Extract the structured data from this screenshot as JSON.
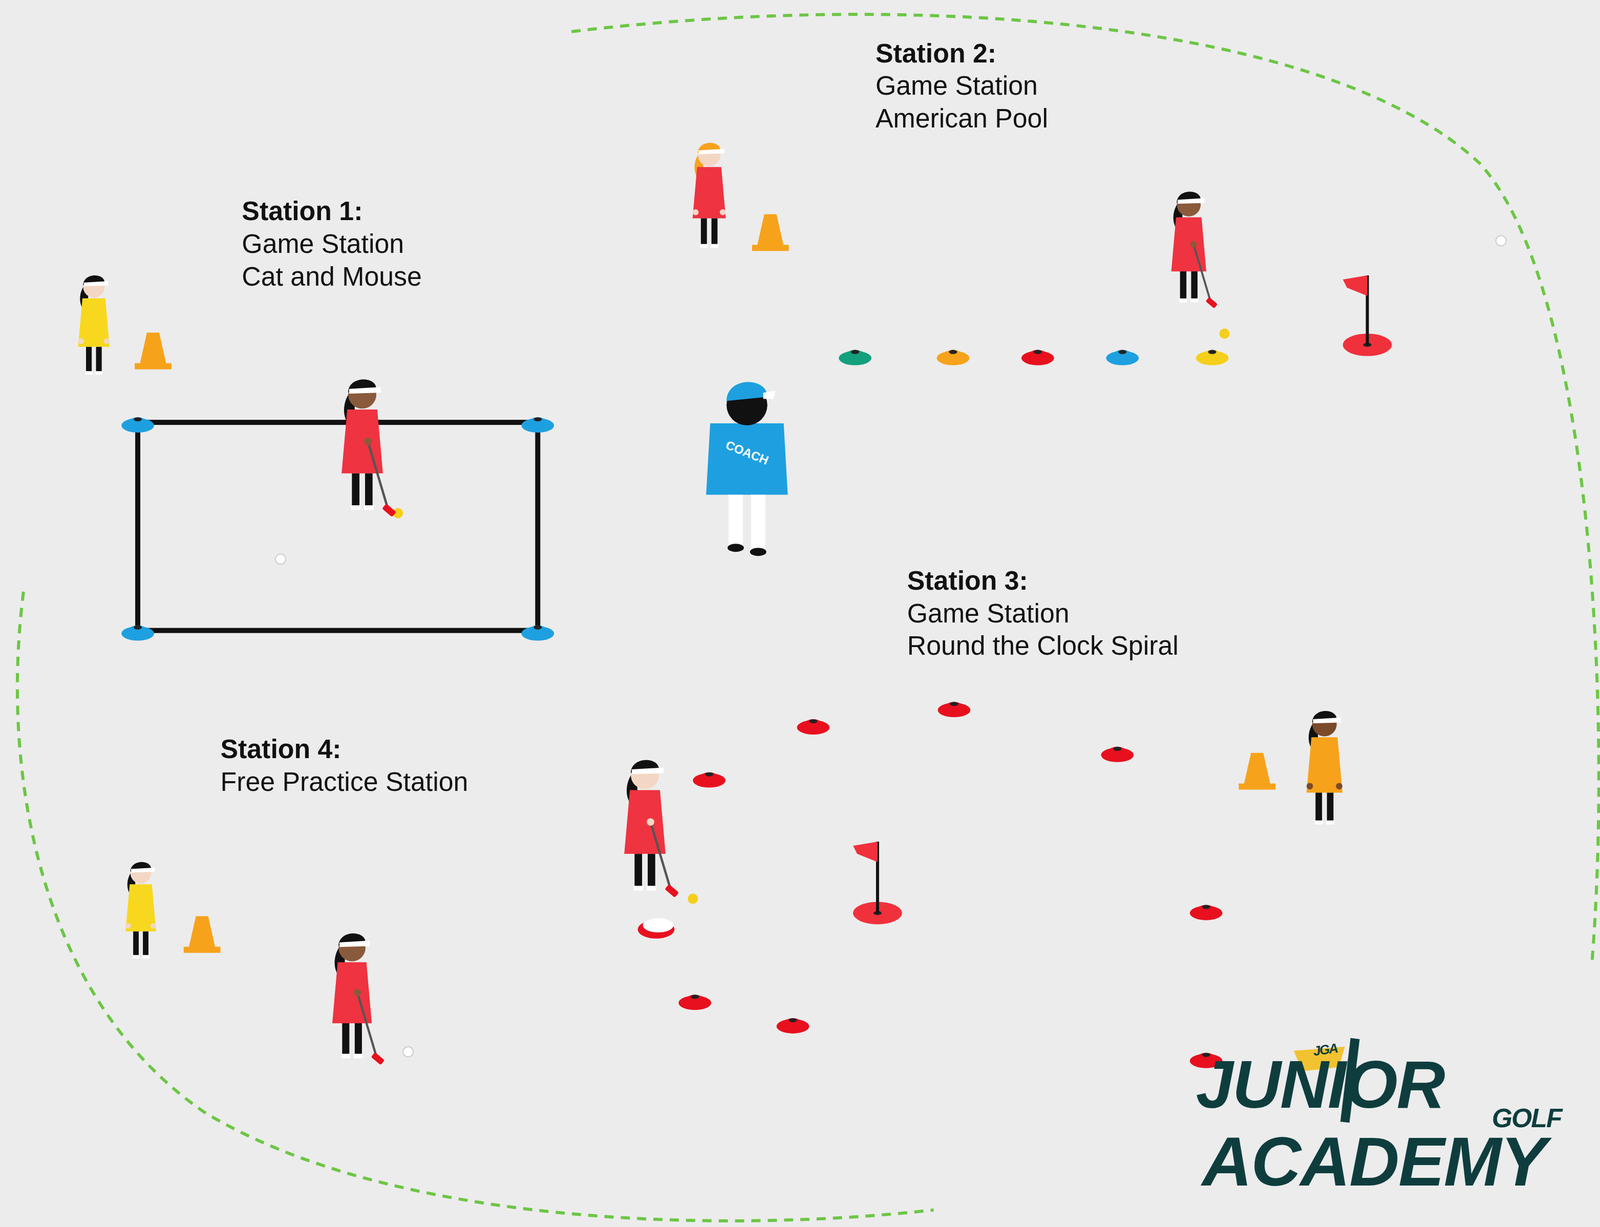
{
  "diagram": {
    "labels": [
      "Station 1:",
      "Game Station",
      "Cat and Mouse",
      "Station 2:",
      "Game Station",
      "American Pool",
      "Station 3:",
      "Game Station",
      "Round the Clock Spiral",
      "Station 4:",
      "Free Practice Station",
      "COACH",
      "JGA",
      "JUNIOR",
      "GOLF",
      "ACADEMY"
    ]
  }
}
